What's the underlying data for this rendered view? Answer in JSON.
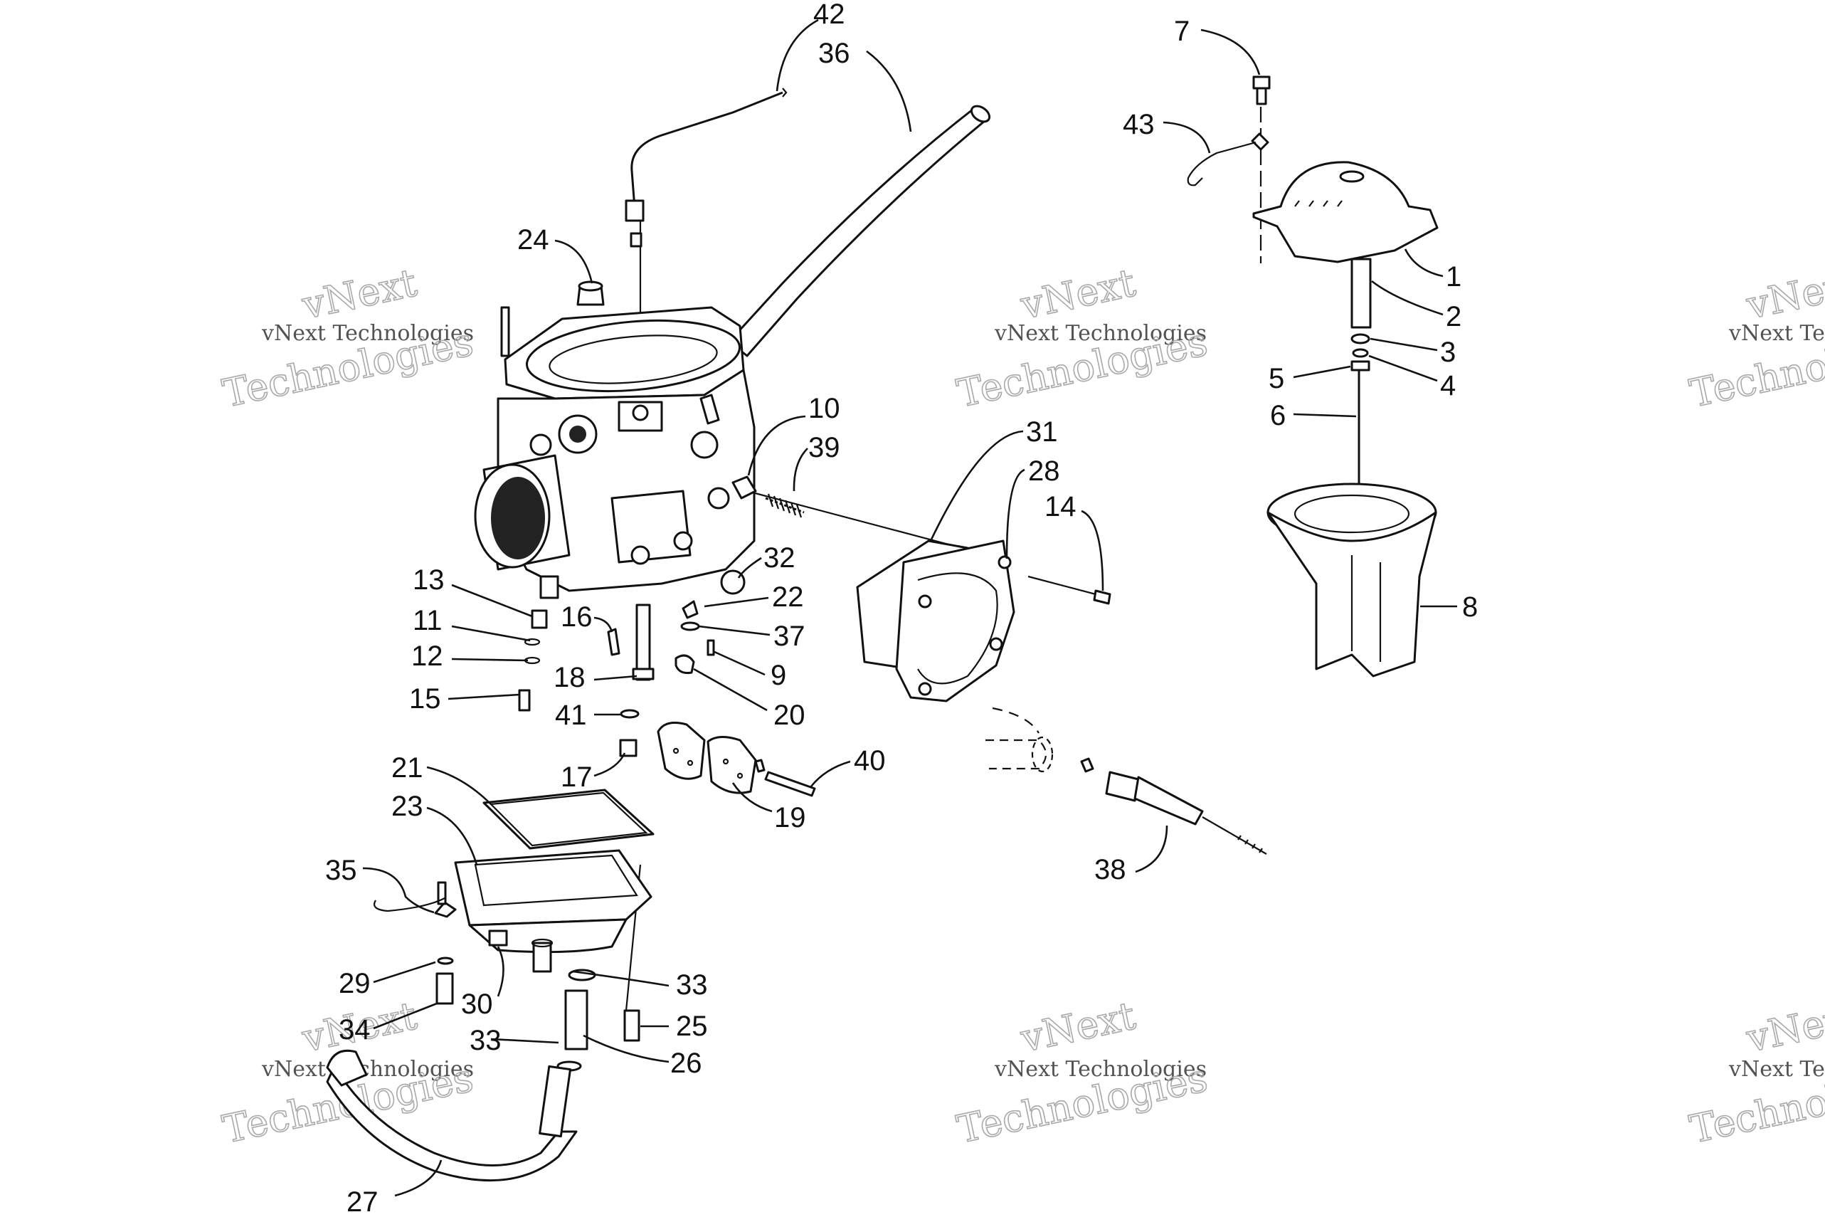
{
  "watermark": {
    "text_small": "vNext Technologies",
    "text_brand": "vNext",
    "text_large": "Technologies"
  },
  "callouts": {
    "c1": "1",
    "c2": "2",
    "c3": "3",
    "c4": "4",
    "c5": "5",
    "c6": "6",
    "c7": "7",
    "c8": "8",
    "c9": "9",
    "c10": "10",
    "c11": "11",
    "c12": "12",
    "c13": "13",
    "c14": "14",
    "c15": "15",
    "c16": "16",
    "c17": "17",
    "c18": "18",
    "c19": "19",
    "c20": "20",
    "c21": "21",
    "c22": "22",
    "c23": "23",
    "c24": "24",
    "c25": "25",
    "c26": "26",
    "c27": "27",
    "c28": "28",
    "c29": "29",
    "c30": "30",
    "c31": "31",
    "c32": "32",
    "c33a": "33",
    "c33b": "33",
    "c34": "34",
    "c35": "35",
    "c36": "36",
    "c37": "37",
    "c38": "38",
    "c39": "39",
    "c40": "40",
    "c41": "41",
    "c42": "42",
    "c43": "43"
  }
}
